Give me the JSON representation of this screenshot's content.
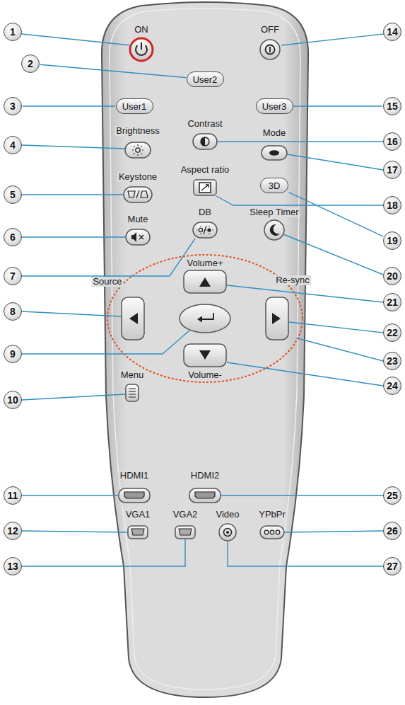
{
  "diagram": {
    "nodes": [
      {
        "text": [
          "1"
        ]
      },
      {
        "text": [
          "2"
        ]
      },
      {
        "text": [
          "3"
        ]
      },
      {
        "text": [
          "4"
        ]
      },
      {
        "text": [
          "5"
        ]
      },
      {
        "text": [
          "6"
        ]
      },
      {
        "text": [
          "7"
        ]
      },
      {
        "text": [
          "8"
        ]
      },
      {
        "text": [
          "9"
        ]
      },
      {
        "text": [
          "10"
        ]
      },
      {
        "text": [
          "11"
        ]
      },
      {
        "text": [
          "12"
        ]
      },
      {
        "text": [
          "13"
        ]
      },
      {
        "text": [
          "14"
        ]
      },
      {
        "text": [
          "15"
        ]
      },
      {
        "text": [
          "16"
        ]
      },
      {
        "text": [
          "17"
        ]
      },
      {
        "text": [
          "18"
        ]
      },
      {
        "text": [
          "19"
        ]
      },
      {
        "text": [
          "20"
        ]
      },
      {
        "text": [
          "21"
        ]
      },
      {
        "text": [
          "22"
        ]
      },
      {
        "text": [
          "23"
        ]
      },
      {
        "text": [
          "24"
        ]
      },
      {
        "text": [
          "25"
        ]
      },
      {
        "text": [
          "26"
        ]
      },
      {
        "text": [
          "27"
        ]
      },
      {
        "text": [
          "User2"
        ]
      },
      {
        "text": [
          "User1"
        ]
      },
      {
        "text": [
          "User3"
        ]
      },
      {
        "text": [
          "3D"
        ]
      }
    ],
    "edges": [
      {
        "from": 1,
        "to": 27,
        "arrow": "none"
      },
      {
        "from": 2,
        "to": 28,
        "arrow": "none"
      },
      {
        "from": 14,
        "to": 29,
        "arrow": "none"
      },
      {
        "from": 18,
        "to": 30,
        "arrow": "none"
      }
    ],
    "labels": [
      "ON",
      "OFF",
      "Brightness",
      "Contrast",
      "Mode",
      "Aspect ratio",
      "Keystone",
      "DB",
      "Mute",
      "Sleep Timer",
      "Volume+",
      "Source",
      "Re-sync",
      "Menu",
      "Volume-",
      "HDMI1",
      "HDMI2",
      "VGA1",
      "VGA2",
      "Video",
      "YPbPr"
    ]
  }
}
